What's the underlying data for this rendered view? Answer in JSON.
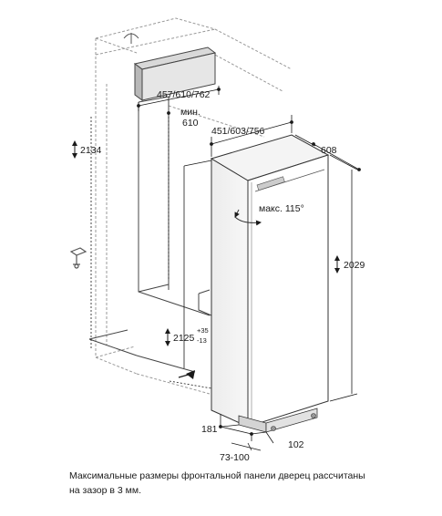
{
  "dimensions": {
    "niche_height": "2134",
    "panel_widths": "457/610/762",
    "min_label": "мин.",
    "min_value": "610",
    "niche_widths": "451/603/756",
    "depth": "608",
    "door_angle": "макс. 115°",
    "appliance_height": "2029",
    "install_height": "2125",
    "install_height_tol_plus": "+35",
    "install_height_tol_minus": "-13",
    "plinth_height": "181",
    "plinth_gap": "102",
    "plinth_depth_range": "73-100"
  },
  "caption": {
    "line1": "Максимальные размеры фронтальной панели дверец рассчитаны",
    "line2": "на зазор в 3 мм."
  }
}
